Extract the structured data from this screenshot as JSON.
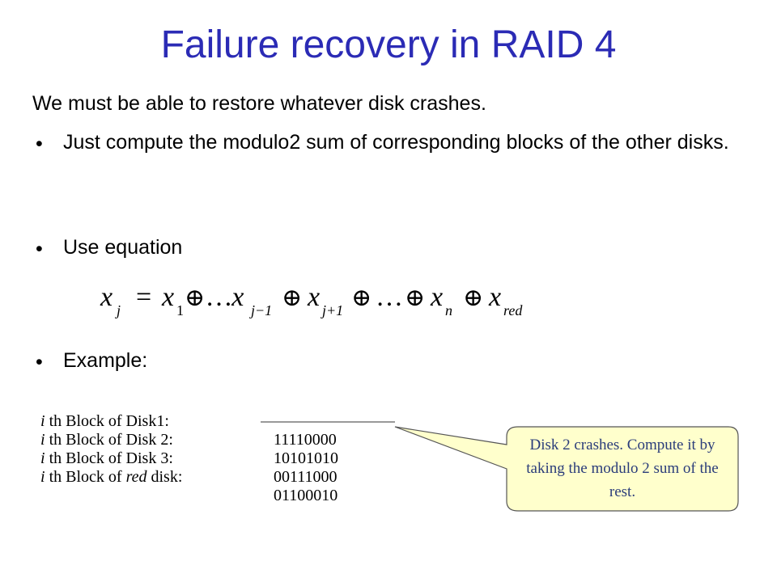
{
  "slide": {
    "title": "Failure recovery in RAID 4",
    "intro": "We must be able to restore whatever disk crashes.",
    "bullets": [
      {
        "text": "Just compute the modulo2 sum of corresponding blocks of the other disks."
      },
      {
        "text": "Use equation"
      },
      {
        "text": "Example:"
      }
    ],
    "bullet_glyph": "•"
  },
  "equation": {
    "lhs": "x",
    "lhs_sub": "j",
    "eq": "=",
    "terms": [
      {
        "base": "x",
        "sub": "1"
      },
      {
        "base": "…x",
        "sub": "j−1"
      },
      {
        "base": "x",
        "sub": "j+1"
      },
      {
        "base": "…",
        "sub": ""
      },
      {
        "base": "x",
        "sub": "n"
      },
      {
        "base": "x",
        "sub": "red"
      }
    ],
    "operator": "⊕"
  },
  "example": {
    "rows": [
      {
        "i": "i",
        "label": " th Block of Disk1:",
        "value": "11110000"
      },
      {
        "i": "i",
        "label": " th Block of Disk 2:",
        "value": "10101010"
      },
      {
        "i": "i",
        "label": " th Block of Disk 3:",
        "value": "00111000"
      },
      {
        "i": "i",
        "label_pre": " th Block of ",
        "label_em": "red",
        "label_post": " disk:",
        "value": "01100010"
      }
    ]
  },
  "callout": {
    "text": "Disk 2 crashes. Compute it by taking the modulo 2 sum of the rest.",
    "fill": "#ffffcc",
    "stroke": "#555555"
  },
  "colors": {
    "title": "#2b2bb5",
    "callout_text": "#2a3c7a"
  }
}
